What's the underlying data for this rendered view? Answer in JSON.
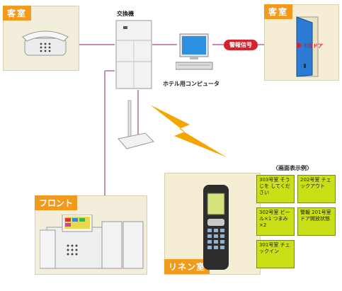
{
  "labels": {
    "guest_room_left": "客室",
    "guest_room_right": "客室",
    "pbx": "交換機",
    "hotel_pc": "ホテル用コンピュータ",
    "alarm_signal": "警報信号",
    "door_open": "半開ドア",
    "front": "フロント",
    "linen_room": "リネン室",
    "screen_example": "〈画面表示例〉"
  },
  "screens": [
    {
      "text": "303号室 そうじを してください"
    },
    {
      "text": "202号室 チェックアウト"
    },
    {
      "text": "302号室 ビール×1 つまみ×2"
    },
    {
      "text": "警報 201号室 ドア開放状態"
    },
    {
      "text": "301号室 チェックイン"
    }
  ],
  "colors": {
    "accent_orange": "#f19a1c",
    "alarm_red": "#d4232a",
    "line_purple": "#a04a7e",
    "screen_green": "#c9df16"
  }
}
